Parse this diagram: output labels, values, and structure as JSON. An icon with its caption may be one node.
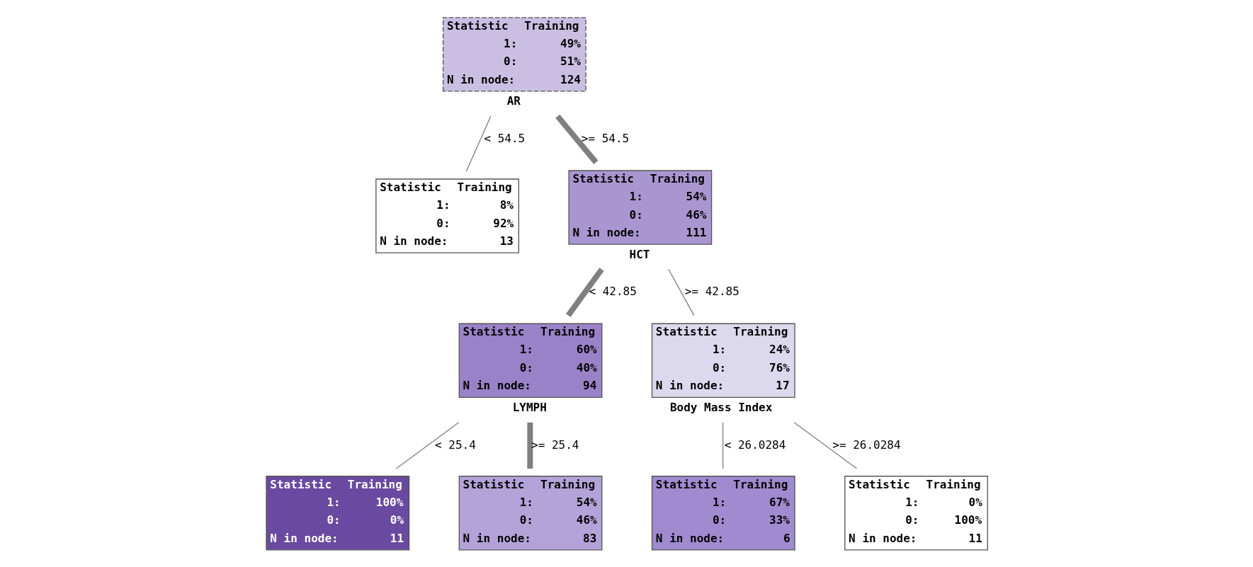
{
  "diagram": {
    "nodes": [
      {
        "text": [
          "Statistic",
          "Training",
          "1:",
          "49%",
          "0:",
          "51%",
          "N in node:",
          "124"
        ],
        "beside": [
          "AR"
        ]
      },
      {
        "text": [
          "Statistic",
          "Training",
          "1:",
          "8%",
          "0:",
          "92%",
          "N in node:",
          "13"
        ]
      },
      {
        "text": [
          "Statistic",
          "Training",
          "1:",
          "54%",
          "0:",
          "46%",
          "N in node:",
          "111"
        ],
        "beside": [
          "HCT"
        ]
      },
      {
        "text": [
          "Statistic",
          "Training",
          "1:",
          "60%",
          "0:",
          "40%",
          "N in node:",
          "94"
        ],
        "beside": [
          "LYMPH"
        ]
      },
      {
        "text": [
          "Statistic",
          "Training",
          "1:",
          "24%",
          "0:",
          "76%",
          "N in node:",
          "17"
        ],
        "beside": [
          "Body Mass Index"
        ]
      },
      {
        "text": [
          "Statistic",
          "Training",
          "1:",
          "100%",
          "0:",
          "0%",
          "N in node:",
          "11"
        ]
      },
      {
        "text": [
          "Statistic",
          "Training",
          "1:",
          "54%",
          "0:",
          "46%",
          "N in node:",
          "83"
        ]
      },
      {
        "text": [
          "Statistic",
          "Training",
          "1:",
          "67%",
          "0:",
          "33%",
          "N in node:",
          "6"
        ]
      },
      {
        "text": [
          "Statistic",
          "Training",
          "1:",
          "0%",
          "0:",
          "100%",
          "N in node:",
          "11"
        ]
      }
    ],
    "edges": [
      {
        "from": 0,
        "to": 1,
        "arrow": "none",
        "label": "< 54.5"
      },
      {
        "from": 0,
        "to": 2,
        "arrow": "none",
        "label": ">= 54.5",
        "style": "thick"
      },
      {
        "from": 2,
        "to": 3,
        "arrow": "none",
        "label": "< 42.85",
        "style": "thick"
      },
      {
        "from": 2,
        "to": 4,
        "arrow": "none",
        "label": ">= 42.85"
      },
      {
        "from": 3,
        "to": 5,
        "arrow": "none",
        "label": "< 25.4"
      },
      {
        "from": 3,
        "to": 6,
        "arrow": "none",
        "label": ">= 25.4",
        "style": "thick"
      },
      {
        "from": 4,
        "to": 7,
        "arrow": "none",
        "label": "< 26.0284"
      },
      {
        "from": 4,
        "to": 8,
        "arrow": "none",
        "label": ">= 26.0284"
      }
    ]
  }
}
